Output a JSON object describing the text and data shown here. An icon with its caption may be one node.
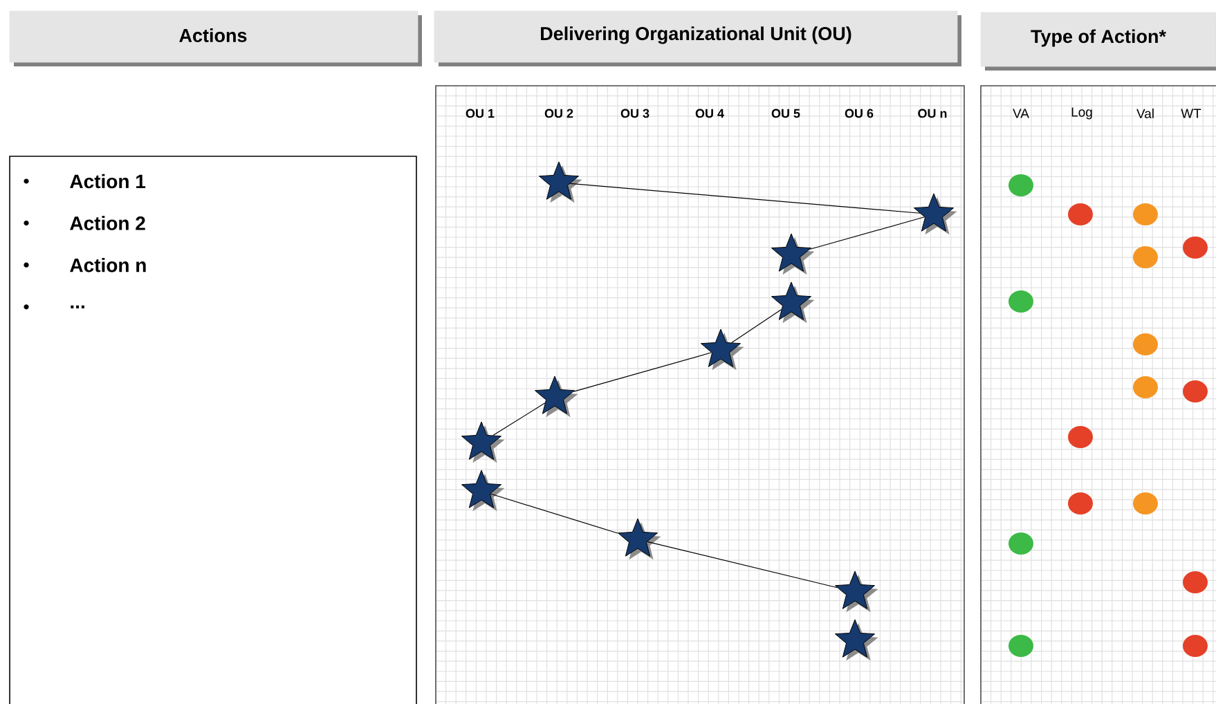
{
  "diagram": {
    "nodes": [
      {
        "text": [
          "Actions"
        ]
      },
      {
        "text": [
          "Delivering Organizational Unit (OU)"
        ]
      },
      {
        "text": [
          "Type of Action*"
        ]
      },
      {
        "text": [
          "Action 1",
          "Action 2",
          "Action n",
          "..."
        ]
      },
      {
        "text": [],
        "shape": "star"
      },
      {
        "text": [],
        "shape": "star"
      },
      {
        "text": [],
        "shape": "star"
      },
      {
        "text": [],
        "shape": "star"
      },
      {
        "text": [],
        "shape": "star"
      },
      {
        "text": [],
        "shape": "star"
      },
      {
        "text": [],
        "shape": "star"
      },
      {
        "text": [],
        "shape": "star"
      },
      {
        "text": [],
        "shape": "star"
      },
      {
        "text": [],
        "shape": "star"
      },
      {
        "text": [],
        "shape": "star"
      }
    ],
    "edges": [
      {
        "from": 4,
        "to": 5,
        "arrow": "none"
      },
      {
        "from": 5,
        "to": 6,
        "arrow": "none"
      },
      {
        "from": 7,
        "to": 8,
        "arrow": "none"
      },
      {
        "from": 8,
        "to": 9,
        "arrow": "none"
      },
      {
        "from": 9,
        "to": 10,
        "arrow": "none"
      },
      {
        "from": 11,
        "to": 12,
        "arrow": "none"
      },
      {
        "from": 12,
        "to": 13,
        "arrow": "none"
      }
    ],
    "labels": [
      "OU 1",
      "OU 2",
      "OU 3",
      "OU 4",
      "OU 5",
      "OU 6",
      "OU n",
      "VA",
      "Log",
      "Val",
      "WT"
    ]
  }
}
